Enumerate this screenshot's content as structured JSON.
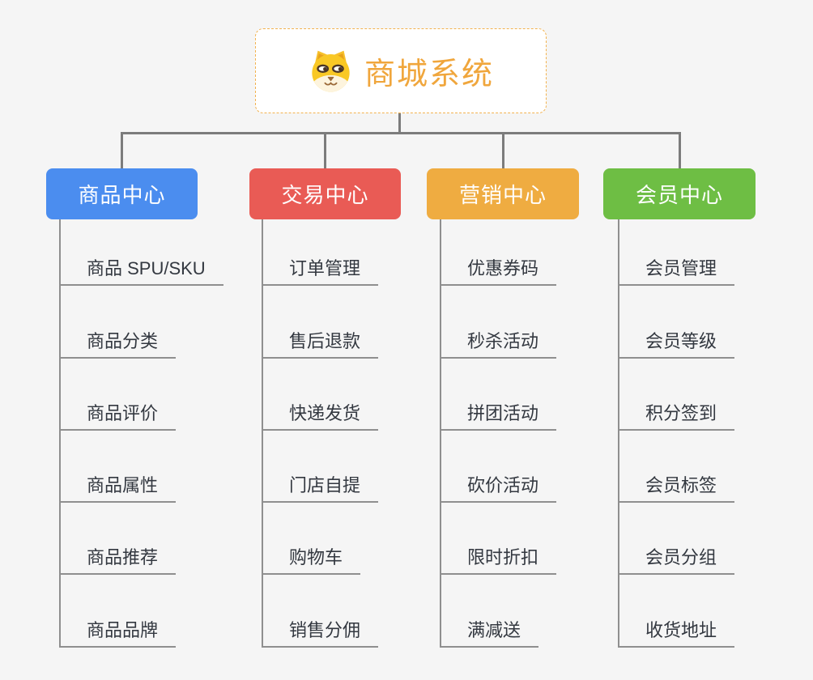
{
  "root": {
    "title": "商城系统",
    "icon": "dog-face-icon"
  },
  "branches": [
    {
      "label": "商品中心",
      "color": "#4b8def",
      "items": [
        "商品 SPU/SKU",
        "商品分类",
        "商品评价",
        "商品属性",
        "商品推荐",
        "商品品牌"
      ]
    },
    {
      "label": "交易中心",
      "color": "#e95b55",
      "items": [
        "订单管理",
        "售后退款",
        "快递发货",
        "门店自提",
        "购物车",
        "销售分佣"
      ]
    },
    {
      "label": "营销中心",
      "color": "#efac41",
      "items": [
        "优惠券码",
        "秒杀活动",
        "拼团活动",
        "砍价活动",
        "限时折扣",
        "满减送"
      ]
    },
    {
      "label": "会员中心",
      "color": "#6ebe44",
      "items": [
        "会员管理",
        "会员等级",
        "积分签到",
        "会员标签",
        "会员分组",
        "收货地址"
      ]
    }
  ],
  "colors": {
    "canvas_background": "#f5f5f5",
    "root_border": "#f2b24f",
    "root_title": "#f0a63c",
    "connector_line": "#7c7c7c",
    "child_line": "#8f8f8f",
    "child_text": "#333840"
  }
}
